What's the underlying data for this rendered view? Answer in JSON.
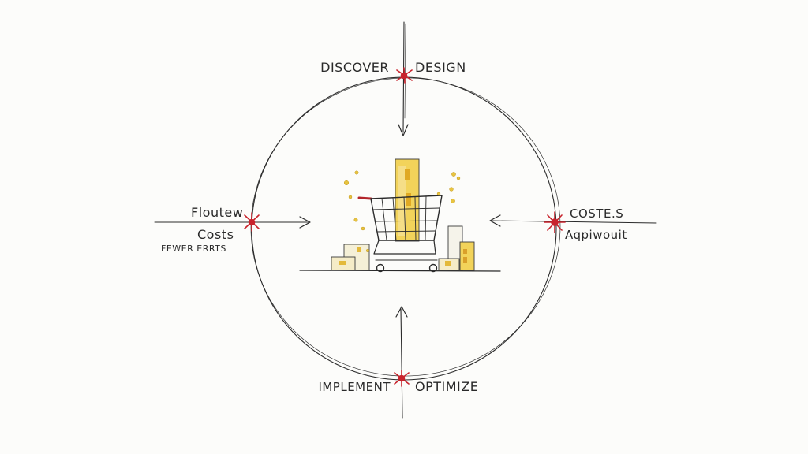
{
  "labels": {
    "top_left": "DISCOVER",
    "top_right": "DESIGN",
    "left_top": "Floutew",
    "left_middle": "Costs",
    "left_bottom": "FEWER ERRTS",
    "right_top": "COSTE.S",
    "right_bottom": "Aqpiwouit",
    "bottom_left": "IMPLEMENT",
    "bottom_right": "OPTIMIZE"
  },
  "colors": {
    "ink": "#2b2b2b",
    "accent_red": "#c8232c",
    "gold": "#e8c440",
    "cart_handle": "#b3262b"
  },
  "icons": {
    "center": "shopping-cart-icon"
  }
}
